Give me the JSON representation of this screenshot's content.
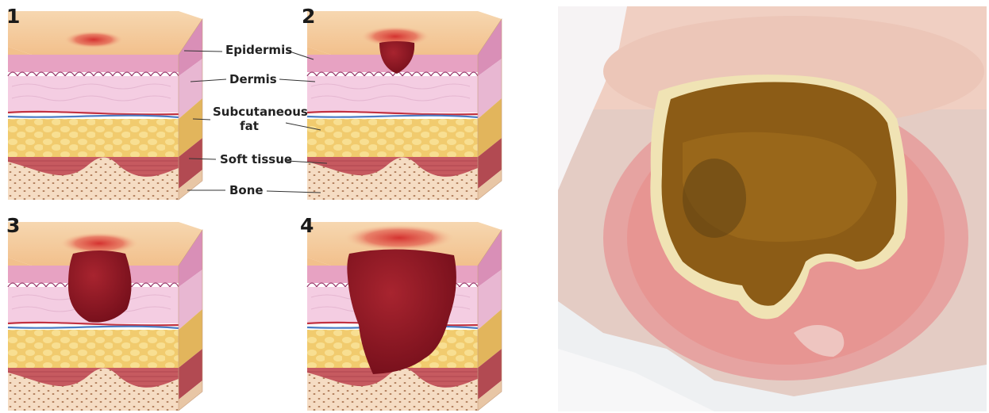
{
  "figure": {
    "stage_numbers": [
      "1",
      "2",
      "3",
      "4"
    ],
    "labels": {
      "epidermis": "Epidermis",
      "dermis": "Dermis",
      "subcutaneous_line1": "Subcutaneous",
      "subcutaneous_line2": "fat",
      "soft_tissue": "Soft tissue",
      "bone": "Bone"
    }
  },
  "colors": {
    "surface": "#f7cf9e",
    "epidermis": "#e9a3c3",
    "dermis": "#f3cbe0",
    "fat": "#f2cd72",
    "muscle": "#c5565d",
    "bone": "#f6ddc4",
    "wound": "#8c1320",
    "photo_skin": "#e8a8a2",
    "eschar": "#8a5a14"
  }
}
